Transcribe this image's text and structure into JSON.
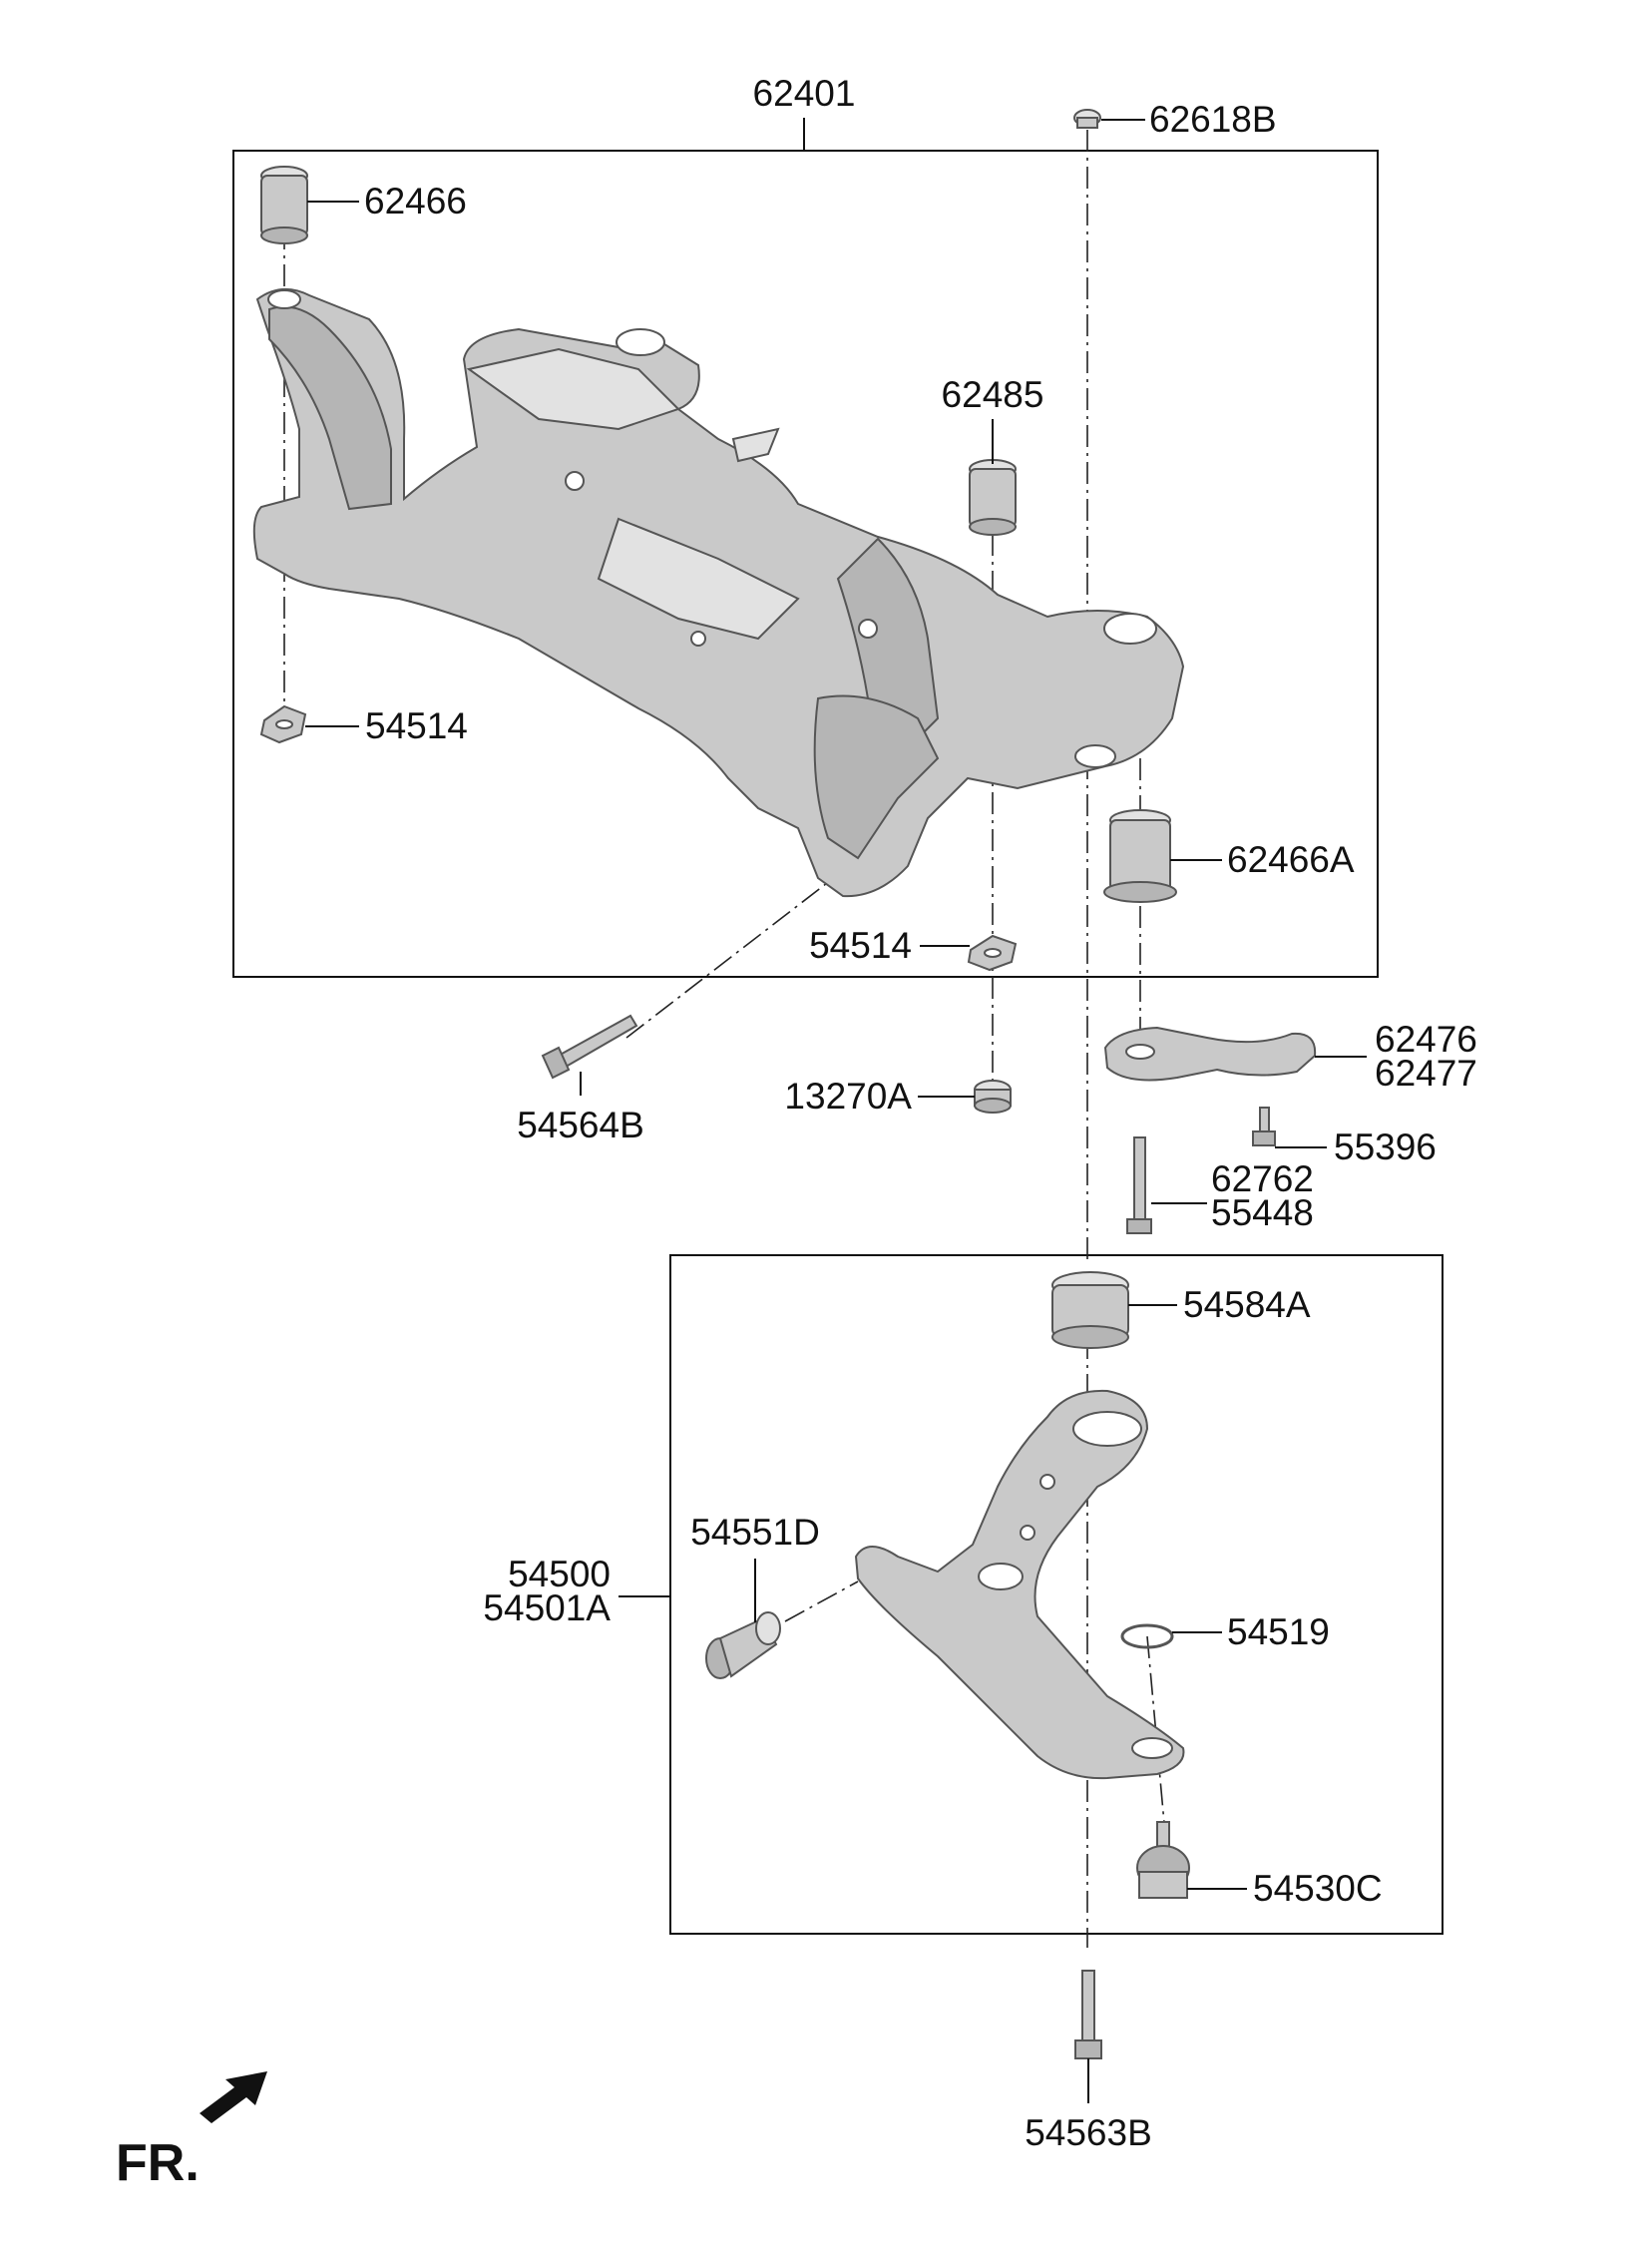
{
  "labels": {
    "l62401": "62401",
    "l62618B": "62618B",
    "l62466": "62466",
    "l62485": "62485",
    "l54514a": "54514",
    "l54514b": "54514",
    "l62466A": "62466A",
    "l62476": "62476",
    "l62477": "62477",
    "l54564B": "54564B",
    "l13270A": "13270A",
    "l55396": "55396",
    "l62762": "62762",
    "l55448": "55448",
    "l54584A": "54584A",
    "l54551D": "54551D",
    "l54500": "54500",
    "l54501A": "54501A",
    "l54519": "54519",
    "l54530C": "54530C",
    "l54563B": "54563B"
  },
  "direction": {
    "label": "FR.",
    "icon": "arrow-icon"
  },
  "colors": {
    "line": "#111111",
    "part_fill": "#c9c9c9",
    "part_shade": "#b5b5b5",
    "part_light": "#e2e2e2"
  }
}
